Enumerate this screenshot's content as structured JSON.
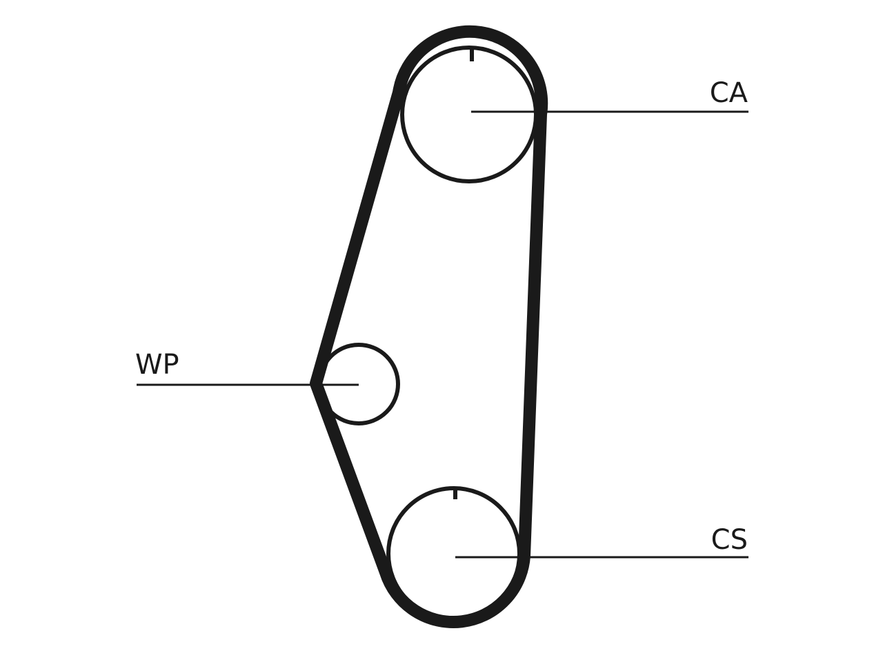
{
  "colors": {
    "stroke": "#1a1a1a",
    "background": "#ffffff"
  },
  "labels": {
    "camshaft": "CA",
    "water_pump": "WP",
    "crankshaft": "CS"
  }
}
